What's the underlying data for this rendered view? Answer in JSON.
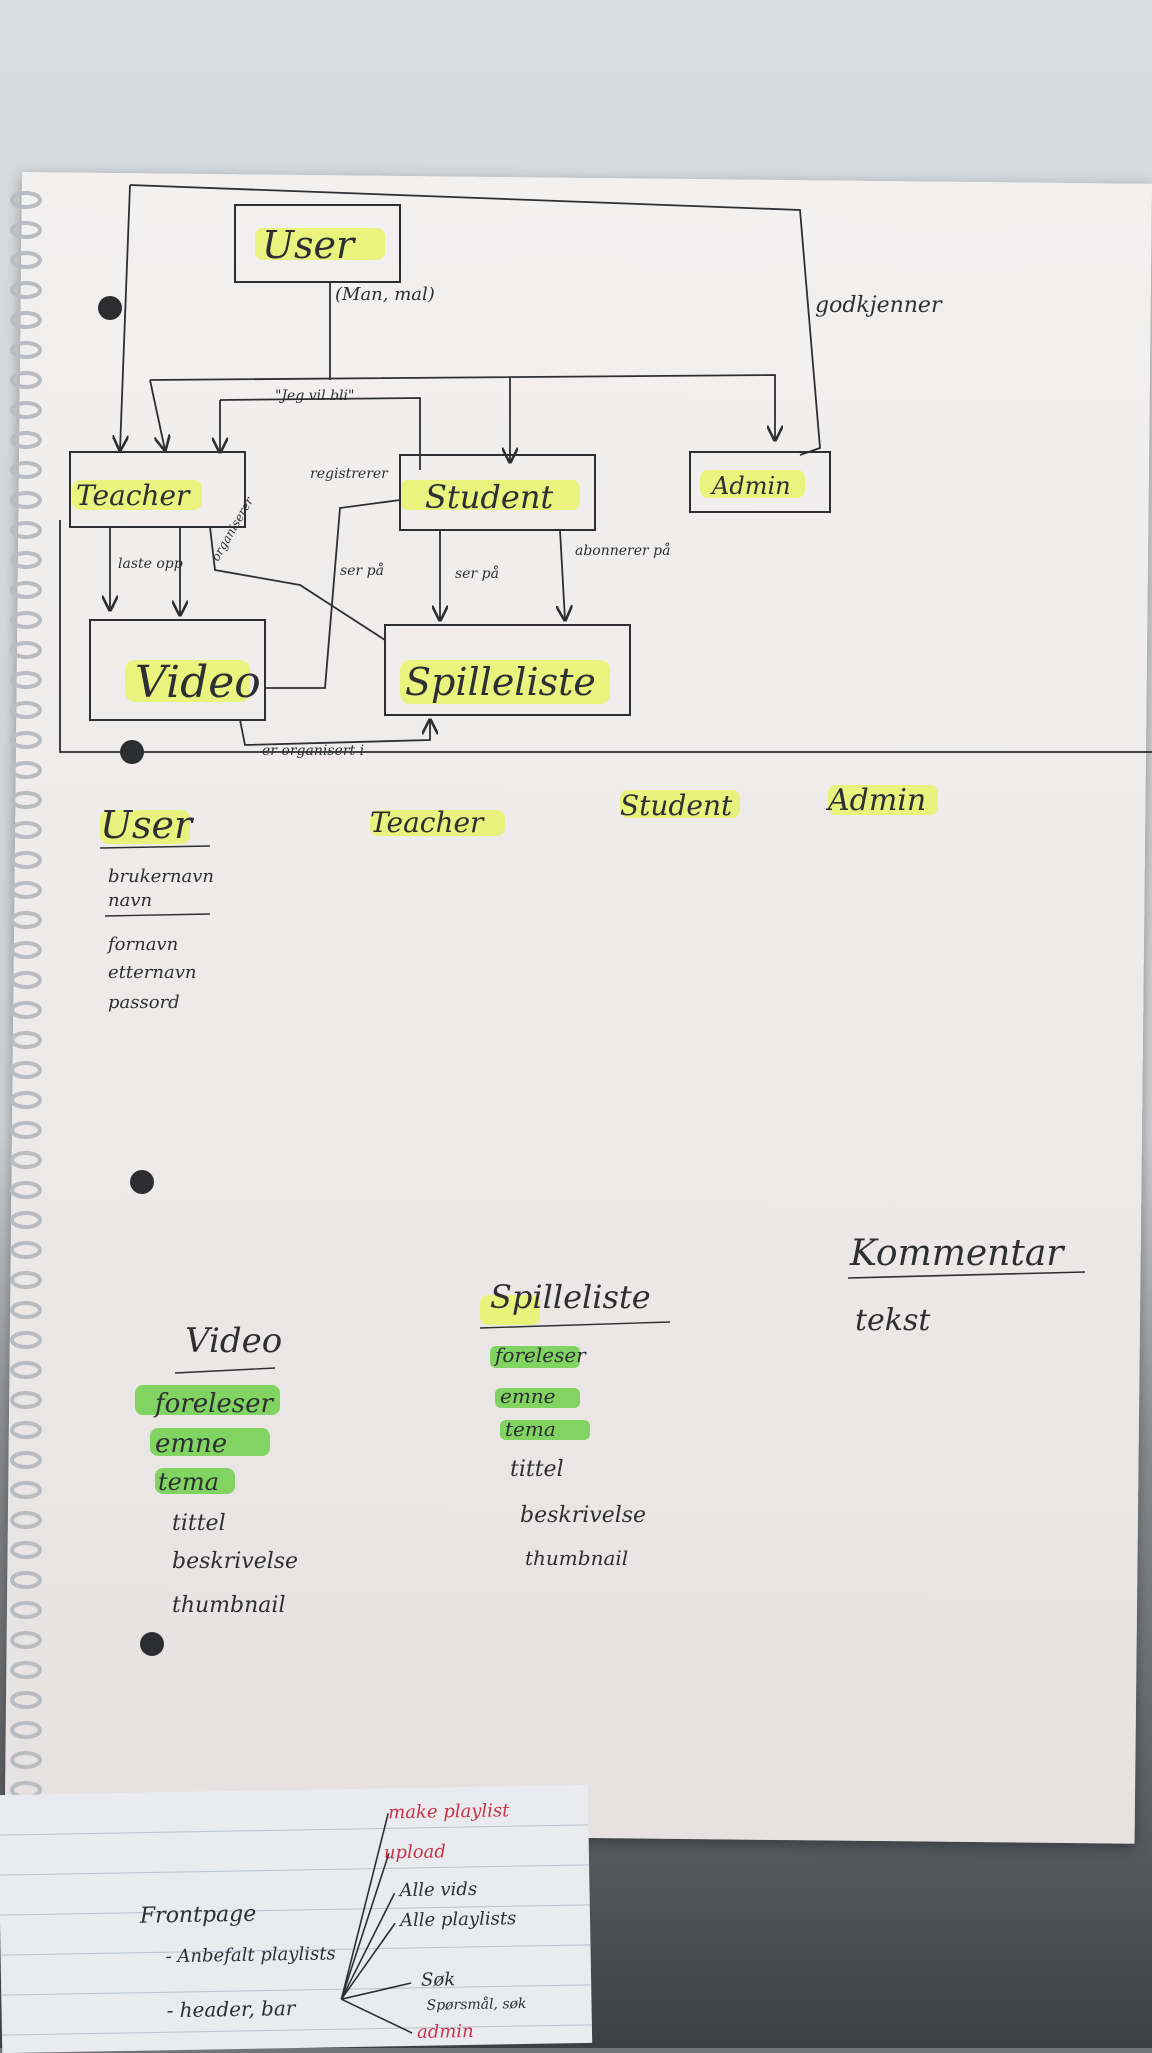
{
  "diagram": {
    "entities": {
      "user": "User",
      "teacher": "Teacher",
      "student": "Student",
      "admin": "Admin",
      "video": "Video",
      "spilleliste": "Spilleliste"
    },
    "labels": {
      "user_cardinality": "(Man, mal)",
      "jeg_vil_bli": "\"Jeg vil bli\"",
      "godkjenner": "godkjenner",
      "laste_opp": "laste opp",
      "organiserer": "organiserer",
      "registrerer": "registrerer",
      "ser_pa_1": "ser på",
      "ser_pa_2": "ser på",
      "abonnerer_pa": "abonnerer på",
      "er_organisert_i": "er organisert i"
    }
  },
  "attributes": {
    "user": {
      "title": "User",
      "fields": [
        "brukernavn",
        "navn",
        "fornavn",
        "etternavn",
        "passord"
      ]
    },
    "teacher": {
      "title": "Teacher"
    },
    "student": {
      "title": "Student"
    },
    "admin": {
      "title": "Admin"
    },
    "video": {
      "title": "Video",
      "fields": [
        "foreleser",
        "emne",
        "tema",
        "tittel",
        "beskrivelse",
        "thumbnail"
      ]
    },
    "spilleliste": {
      "title": "Spilleliste",
      "fields": [
        "foreleser",
        "emne",
        "tema",
        "tittel",
        "beskrivelse",
        "thumbnail"
      ]
    },
    "kommentar": {
      "title": "Kommentar",
      "fields": [
        "tekst"
      ]
    }
  },
  "note": {
    "items": [
      "make playlist",
      "upload",
      "Alle vids",
      "Alle playlists",
      "Frontpage",
      "- Anbefalt playlists",
      "- header, bar",
      "Søk",
      "Spørsmål, søk",
      "admin"
    ]
  },
  "colors": {
    "highlight_yellow": "#e7f36a",
    "highlight_green": "#6fd04a",
    "ink": "#2d2f33",
    "red_ink": "#c8334a"
  }
}
